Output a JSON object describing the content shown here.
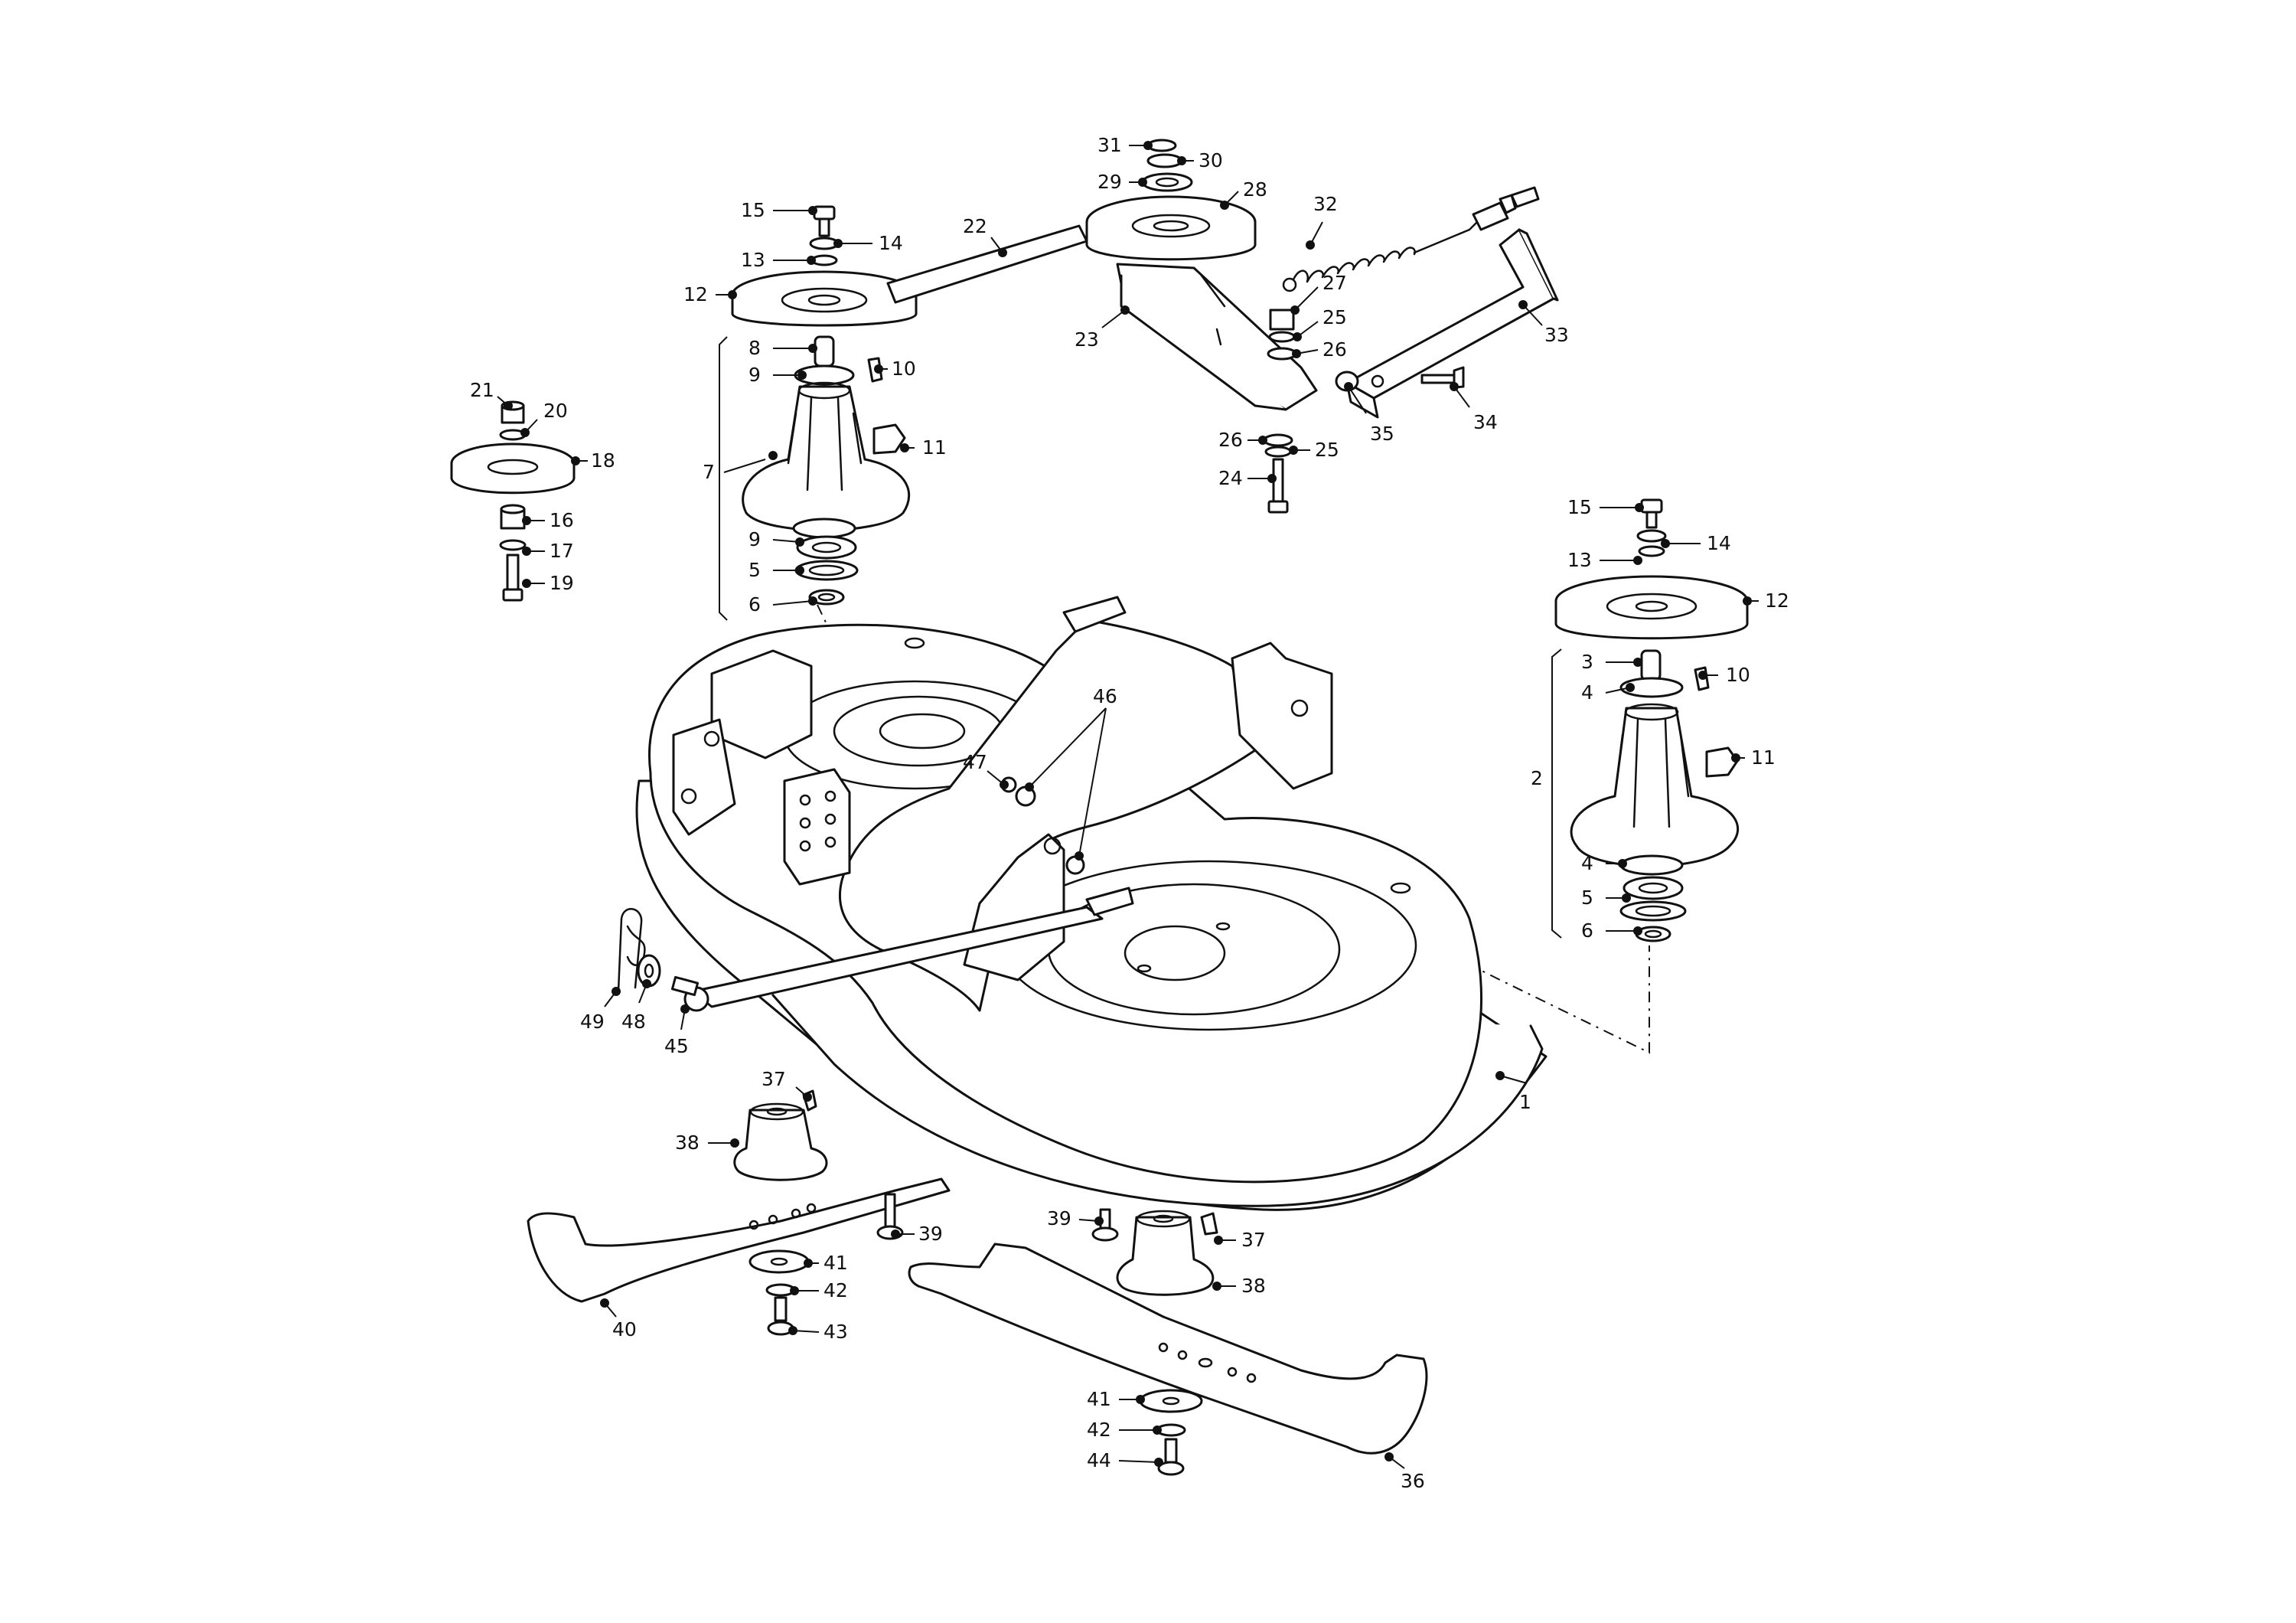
{
  "diagram": {
    "callouts": [
      {
        "id": "c1",
        "text": "1"
      },
      {
        "id": "c2",
        "text": "2"
      },
      {
        "id": "c3",
        "text": "3"
      },
      {
        "id": "c4a",
        "text": "4"
      },
      {
        "id": "c4b",
        "text": "4"
      },
      {
        "id": "c5a",
        "text": "5"
      },
      {
        "id": "c5b",
        "text": "5"
      },
      {
        "id": "c6a",
        "text": "6"
      },
      {
        "id": "c6b",
        "text": "6"
      },
      {
        "id": "c7",
        "text": "7"
      },
      {
        "id": "c8",
        "text": "8"
      },
      {
        "id": "c9a",
        "text": "9"
      },
      {
        "id": "c9b",
        "text": "9"
      },
      {
        "id": "c10a",
        "text": "10"
      },
      {
        "id": "c10b",
        "text": "10"
      },
      {
        "id": "c11a",
        "text": "11"
      },
      {
        "id": "c11b",
        "text": "11"
      },
      {
        "id": "c12a",
        "text": "12"
      },
      {
        "id": "c12b",
        "text": "12"
      },
      {
        "id": "c13a",
        "text": "13"
      },
      {
        "id": "c13b",
        "text": "13"
      },
      {
        "id": "c14a",
        "text": "14"
      },
      {
        "id": "c14b",
        "text": "14"
      },
      {
        "id": "c15a",
        "text": "15"
      },
      {
        "id": "c15b",
        "text": "15"
      },
      {
        "id": "c16",
        "text": "16"
      },
      {
        "id": "c17",
        "text": "17"
      },
      {
        "id": "c18",
        "text": "18"
      },
      {
        "id": "c19",
        "text": "19"
      },
      {
        "id": "c20",
        "text": "20"
      },
      {
        "id": "c21",
        "text": "21"
      },
      {
        "id": "c22",
        "text": "22"
      },
      {
        "id": "c23",
        "text": "23"
      },
      {
        "id": "c24",
        "text": "24"
      },
      {
        "id": "c25a",
        "text": "25"
      },
      {
        "id": "c25b",
        "text": "25"
      },
      {
        "id": "c26a",
        "text": "26"
      },
      {
        "id": "c26b",
        "text": "26"
      },
      {
        "id": "c27",
        "text": "27"
      },
      {
        "id": "c28",
        "text": "28"
      },
      {
        "id": "c29",
        "text": "29"
      },
      {
        "id": "c30",
        "text": "30"
      },
      {
        "id": "c31",
        "text": "31"
      },
      {
        "id": "c32",
        "text": "32"
      },
      {
        "id": "c33",
        "text": "33"
      },
      {
        "id": "c34",
        "text": "34"
      },
      {
        "id": "c35",
        "text": "35"
      },
      {
        "id": "c36",
        "text": "36"
      },
      {
        "id": "c37a",
        "text": "37"
      },
      {
        "id": "c37b",
        "text": "37"
      },
      {
        "id": "c38a",
        "text": "38"
      },
      {
        "id": "c38b",
        "text": "38"
      },
      {
        "id": "c39a",
        "text": "39"
      },
      {
        "id": "c39b",
        "text": "39"
      },
      {
        "id": "c40",
        "text": "40"
      },
      {
        "id": "c41a",
        "text": "41"
      },
      {
        "id": "c41b",
        "text": "41"
      },
      {
        "id": "c42a",
        "text": "42"
      },
      {
        "id": "c42b",
        "text": "42"
      },
      {
        "id": "c43",
        "text": "43"
      },
      {
        "id": "c44",
        "text": "44"
      },
      {
        "id": "c45",
        "text": "45"
      },
      {
        "id": "c46",
        "text": "46"
      },
      {
        "id": "c47",
        "text": "47"
      },
      {
        "id": "c48",
        "text": "48"
      },
      {
        "id": "c49",
        "text": "49"
      }
    ]
  }
}
